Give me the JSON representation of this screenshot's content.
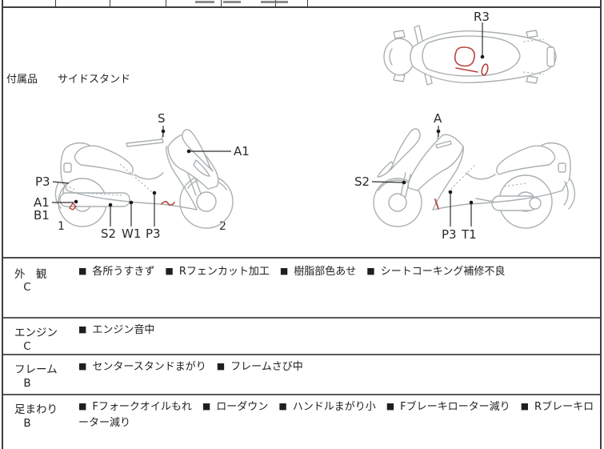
{
  "bullet": "■",
  "accessories": {
    "label": "付属品",
    "value": "サイドスタンド"
  },
  "diagram_labels": {
    "top_view": {
      "r3": "R3"
    },
    "left_view": {
      "s": "S",
      "a1_front": "A1",
      "p3_rear": "P3",
      "a1_muffler": "A1",
      "b1": "B1",
      "num_1": "1",
      "s2": "S2",
      "w1": "W1",
      "p3_under": "P3",
      "num_2": "2"
    },
    "right_view": {
      "a": "A",
      "s2": "S2",
      "p3": "P3",
      "t1": "T1"
    }
  },
  "condition_rows": [
    {
      "category": "外　観",
      "grade": "C",
      "items": [
        "各所うすきず",
        "Rフェンカット加工",
        "樹脂部色あせ",
        "シートコーキング補修不良"
      ]
    },
    {
      "category": "エンジン",
      "grade": "C",
      "items": [
        "エンジン音中"
      ]
    },
    {
      "category": "フレーム",
      "grade": "B",
      "items": [
        "センタースタンドまがり",
        "フレームさび中"
      ]
    },
    {
      "category": "足まわり",
      "grade": "B",
      "items": [
        "Fフォークオイルもれ",
        "ローダウン",
        "ハンドルまがり小",
        "Fブレーキローター減り",
        "Rブレーキローター減り"
      ]
    }
  ],
  "colors": {
    "outline_gray": "#aab0b3",
    "damage_red": "#b5443c",
    "pointer_dark": "#2e2e2e",
    "border": "#3d3d3d",
    "text": "#1f1f1f"
  }
}
